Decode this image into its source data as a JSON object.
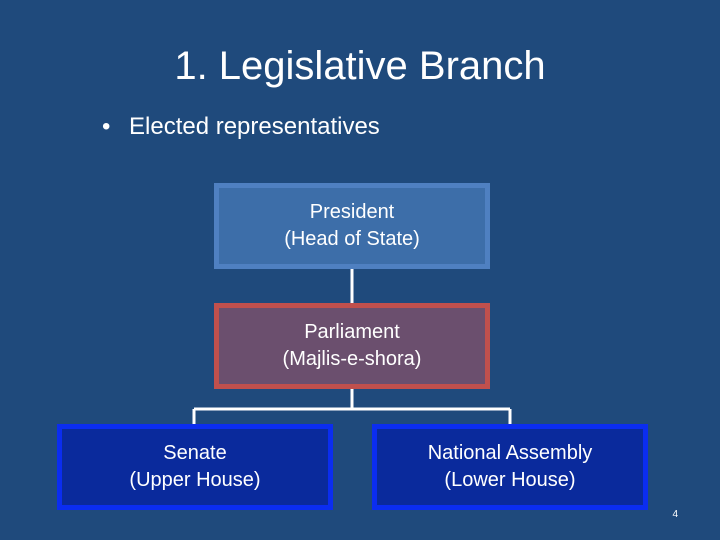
{
  "slide": {
    "title": "1. Legislative Branch",
    "bullets": [
      {
        "marker": "•",
        "text": "Elected representatives"
      }
    ],
    "slide_number": "4"
  },
  "org_chart": {
    "president": {
      "line1": "President",
      "line2": "(Head of State)"
    },
    "parliament": {
      "line1": "Parliament",
      "line2": "(Majlis-e-shora)"
    },
    "senate": {
      "line1": "Senate",
      "line2": "(Upper House)"
    },
    "national_assembly": {
      "line1": "National Assembly",
      "line2": "(Lower House)"
    }
  },
  "colors": {
    "background": "#1f4a7c",
    "president_fill": "#3d6ea9",
    "president_border": "#4f80c1",
    "parliament_fill": "#6b4f6e",
    "parliament_border": "#c0504d",
    "house_fill": "#0a2a9c",
    "house_border": "#0b2df0",
    "connector": "#ffffff"
  }
}
